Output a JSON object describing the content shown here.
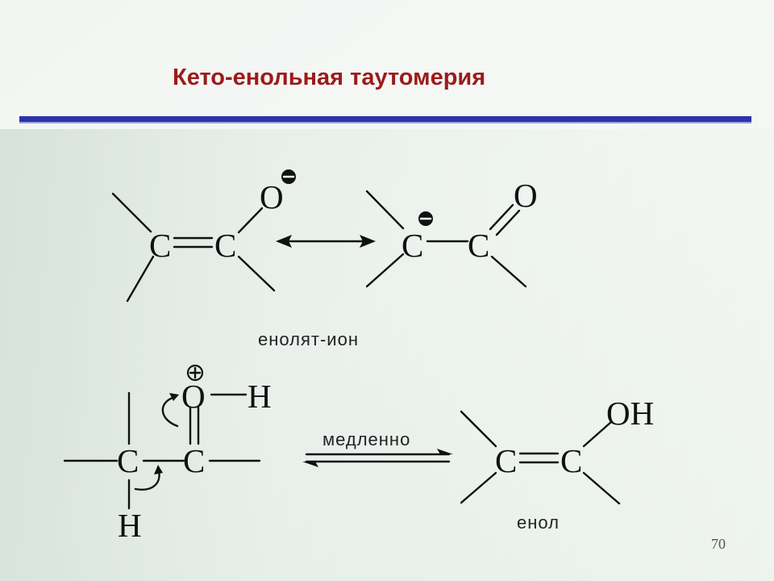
{
  "slide": {
    "title": "Кето-енольная таутомерия",
    "page_number": "70",
    "colors": {
      "title": "#9b1b1b",
      "rule": "#2a33a8",
      "ink": "#111111"
    }
  },
  "diagram": {
    "atoms": {
      "carbon": "C",
      "oxygen": "O",
      "hydrogen": "H",
      "hydroxyl": "OH"
    },
    "charges": {
      "negative": "⊖",
      "positive": "⊕"
    },
    "labels": {
      "enolate": "енолят-ион",
      "slow": "медленно",
      "enol": "енол"
    }
  }
}
